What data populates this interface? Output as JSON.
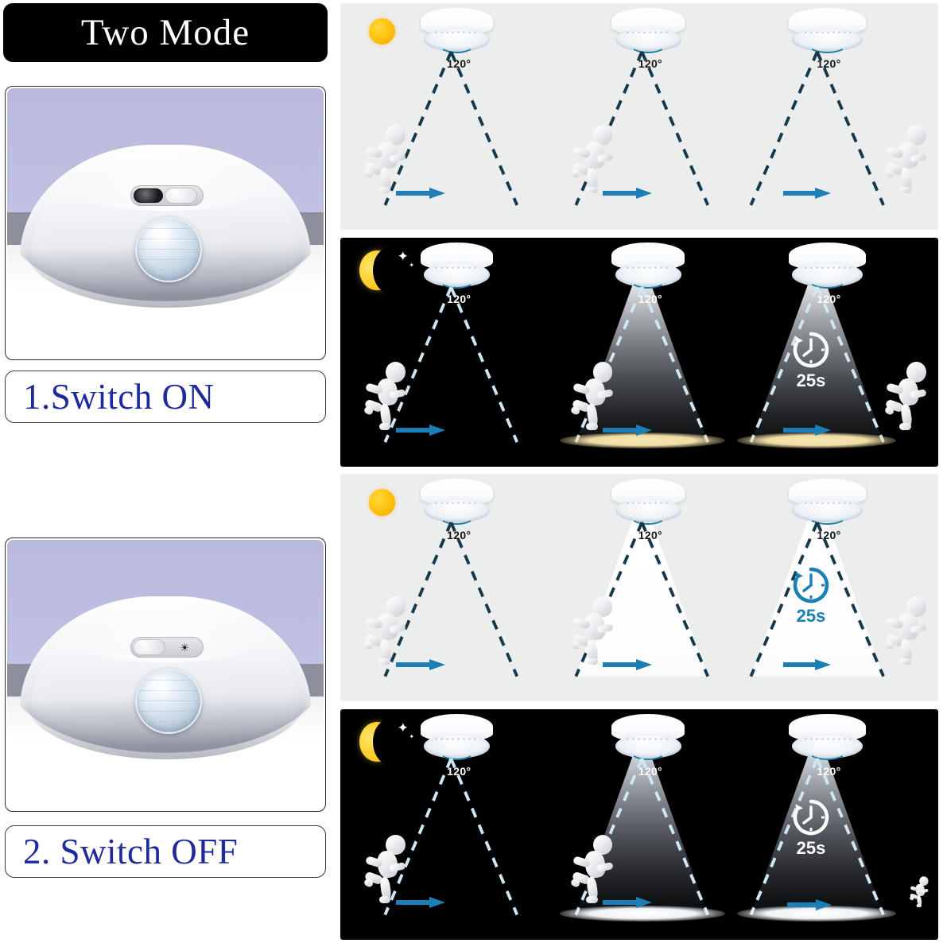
{
  "header": {
    "title": "Two Mode"
  },
  "left_column": {
    "modes": [
      {
        "label": "1.Switch ON",
        "photo_name": "motion-sensor-switch-on-photo",
        "switch_position": "left",
        "switch_symbol": "dark-indicator"
      },
      {
        "label": "2. Switch OFF",
        "photo_name": "motion-sensor-switch-off-photo",
        "switch_position": "left",
        "switch_symbol": "sun-gear"
      }
    ]
  },
  "colors": {
    "title_background": "#000000",
    "title_text": "#ffffff",
    "label_text": "#1e2a9c",
    "accent_blue": "#1b7fb5",
    "dash_day": "#15384a",
    "dash_night": "#cfe6f5",
    "panel_day_background": "#eceded",
    "panel_night_background": "#000000",
    "sun_yellow": "#fcc30f",
    "moon_yellow": "#ffd02b",
    "warm_light_pool": "#efdda4"
  },
  "panels": [
    {
      "name": "day-switch-on",
      "time_of_day": "day",
      "time_icon": "sun-icon",
      "background": "#eceded",
      "scenes": [
        {
          "angle": "120°",
          "light": "off",
          "figure": "approaching",
          "timer": null,
          "arrow": true
        },
        {
          "angle": "120°",
          "light": "off",
          "figure": "inside-zone",
          "timer": null,
          "arrow": true
        },
        {
          "angle": "120°",
          "light": "off",
          "figure": "leaving",
          "timer": null,
          "arrow": true
        }
      ]
    },
    {
      "name": "night-switch-on",
      "time_of_day": "night",
      "time_icon": "moon-icon",
      "background": "#000000",
      "scenes": [
        {
          "angle": "120°",
          "light": "off",
          "figure": "approaching",
          "timer": null,
          "arrow": true
        },
        {
          "angle": "120°",
          "light": "on-warm",
          "figure": "inside-zone",
          "timer": null,
          "arrow": true
        },
        {
          "angle": "120°",
          "light": "on-warm",
          "figure": "leaving",
          "timer": "25s",
          "arrow": true
        }
      ]
    },
    {
      "name": "day-switch-off",
      "time_of_day": "day",
      "time_icon": "sun-icon",
      "background": "#eceded",
      "scenes": [
        {
          "angle": "120°",
          "light": "off",
          "figure": "approaching",
          "timer": null,
          "arrow": true
        },
        {
          "angle": "120°",
          "light": "on-white",
          "figure": "inside-zone",
          "timer": null,
          "arrow": true
        },
        {
          "angle": "120°",
          "light": "on-white",
          "figure": "leaving",
          "timer": "25s",
          "arrow": true
        }
      ]
    },
    {
      "name": "night-switch-off",
      "time_of_day": "night",
      "time_icon": "moon-icon",
      "background": "#000000",
      "scenes": [
        {
          "angle": "120°",
          "light": "off",
          "figure": "approaching",
          "timer": null,
          "arrow": true
        },
        {
          "angle": "120°",
          "light": "on-cool",
          "figure": "inside-zone",
          "timer": null,
          "arrow": true
        },
        {
          "angle": "120°",
          "light": "on-cool",
          "figure": "leaving",
          "timer": "25s",
          "arrow": true
        }
      ]
    }
  ]
}
